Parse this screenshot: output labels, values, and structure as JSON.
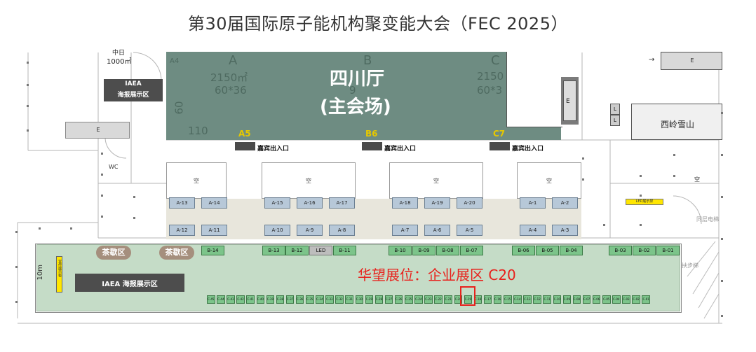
{
  "title": "第30届国际原子能机构聚变能大会（FEC 2025）",
  "highlight": {
    "text": "华望展位：企业展区 C20",
    "color": "#e8211c"
  },
  "colors": {
    "main_hall": "#6e8c82",
    "corridor": "#e8e6dc",
    "green_zone": "#c5dcc7",
    "booth_blue": "#b7c8d8",
    "booth_green": "#7cc48a",
    "gate_yellow": "#e6c800"
  },
  "main_hall": {
    "name_line1": "四川厅",
    "name_line2": "(主会场)",
    "section_a": "A",
    "section_b": "B",
    "section_c": "C",
    "area_a": "2150㎡",
    "dim_a": "60*36",
    "area_c": "2150",
    "dim_c": "60*3",
    "b_partial": "9",
    "num_110": "110",
    "num_60": "60",
    "a4": "A4"
  },
  "left_area": {
    "top_area": "1000㎡",
    "top_cut": "中日",
    "iaea_line1": "IAEA",
    "iaea_line2": "海报展示区",
    "e_label": "E",
    "wc": "WC"
  },
  "gates": [
    {
      "label": "A5",
      "vip": "嘉宾出入口"
    },
    {
      "label": "B6",
      "vip": "嘉宾出入口"
    },
    {
      "label": "C7",
      "vip": "嘉宾出入口"
    }
  ],
  "empty_label": "空",
  "right_area": {
    "e_top": "E",
    "e_mid": "E",
    "room": "西岭雪山",
    "l1": "L",
    "l2": "L",
    "led": "LED展示屏",
    "elevator": "同层电梯",
    "escalator": "扶步梯",
    "kong": "空"
  },
  "booths_row1": [
    "A-13",
    "A-14",
    "A-15",
    "A-16",
    "A-17",
    "A-18",
    "A-19",
    "A-20",
    "A-1",
    "A-2"
  ],
  "booths_row2": [
    "A-12",
    "A-11",
    "A-10",
    "A-9",
    "A-8",
    "A-7",
    "A-6",
    "A-5",
    "A-4",
    "A-3"
  ],
  "tea_labels": [
    "茶歇区",
    "茶歇区"
  ],
  "booths_b": [
    "B-14",
    "B-13",
    "B-12",
    "LED",
    "B-11",
    "B-10",
    "B-09",
    "B-08",
    "B-07",
    "B-06",
    "B-05",
    "B-04",
    "B-03",
    "B-02",
    "B-01"
  ],
  "bottom_area": {
    "iaea": "IAEA 海报展示区",
    "vertical_label": "宣传展示板",
    "dim": "10m"
  },
  "booths_c": [
    "C-45",
    "C-44",
    "C-43",
    "C-42",
    "C-41",
    "C-40",
    "C-39",
    "C-38",
    "C-37",
    "C-36",
    "C-35",
    "C-34",
    "C-33",
    "C-32",
    "C-31",
    "C-30",
    "C-29",
    "C-28",
    "C-27",
    "C-26",
    "C-25",
    "C-24",
    "C-23",
    "C-22",
    "C-21",
    "C-20",
    "C-19",
    "C-18",
    "C-17",
    "C-16",
    "C-15",
    "C-14",
    "C-13",
    "C-12",
    "C-11",
    "C-10",
    "C-09",
    "C-08",
    "C-07",
    "C-06",
    "C-05",
    "C-04",
    "C-03",
    "C-02",
    "C-01"
  ]
}
